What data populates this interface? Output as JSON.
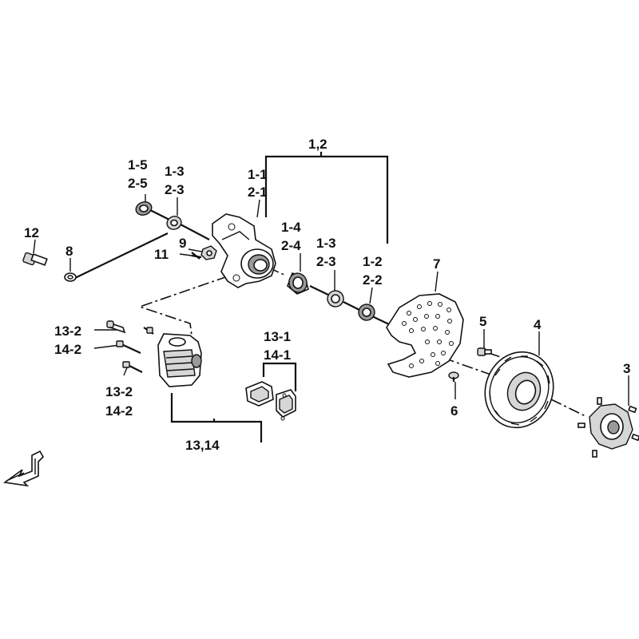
{
  "diagram": {
    "labels": {
      "assembly_1_2": "1,2",
      "knuckle_1": "1-1",
      "knuckle_2": "2-1",
      "seal_top_1": "1-5",
      "seal_top_2": "2-5",
      "bearing_top_1": "1-3",
      "bearing_top_2": "2-3",
      "bolt_12": "12",
      "washer_8": "8",
      "nut_9": "9",
      "pin_11": "11",
      "spacer_1": "1-4",
      "spacer_2": "2-4",
      "bearing_mid_1": "1-3",
      "bearing_mid_2": "2-3",
      "seal_mid_1": "1-2",
      "seal_mid_2": "2-2",
      "dust_plate_7": "7",
      "screw_5": "5",
      "disc_4": "4",
      "hub_3": "3",
      "screw_6": "6",
      "pin_13_2_a": "13-2",
      "pin_14_2_a": "14-2",
      "pin_13_2_b": "13-2",
      "pin_14_2_b": "14-2",
      "pads_13_1": "13-1",
      "pads_14_1": "14-1",
      "caliper_13_14": "13,14"
    }
  }
}
